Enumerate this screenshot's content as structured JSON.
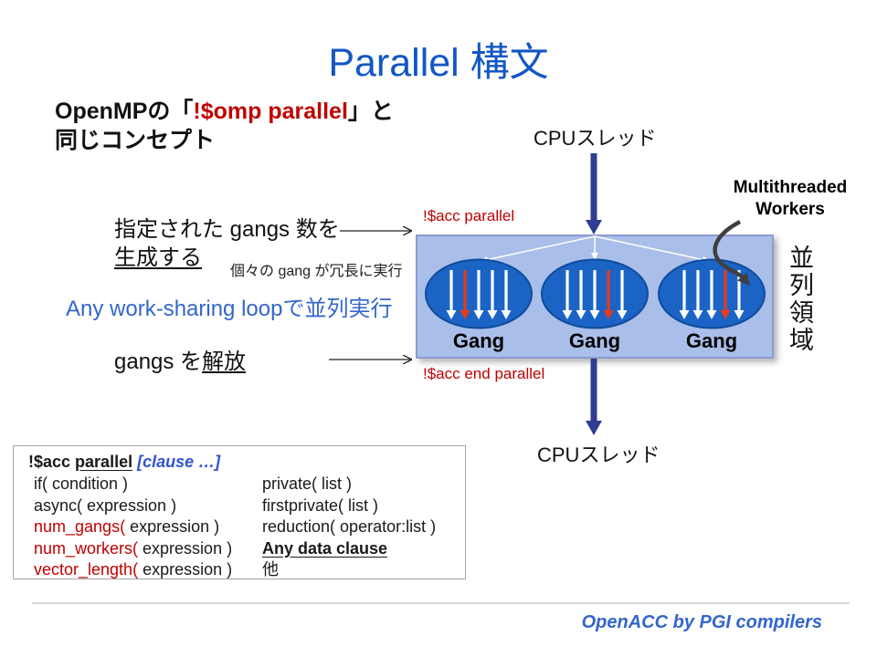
{
  "slide": {
    "title": "Parallel 構文",
    "footer": "OpenACC by PGI compilers"
  },
  "concept": {
    "line1_prefix": "OpenMPの「",
    "line1_code": "!$omp parallel",
    "line1_suffix": "」と",
    "line2": "同じコンセプト"
  },
  "left_notes": {
    "create_line1": "指定された gangs 数を",
    "create_line2": "生成する",
    "redundant": "個々の gang が冗長に実行",
    "worksharing": "Any work-sharing loopで並列実行",
    "release_prefix": "gangs を",
    "release_word": "解放"
  },
  "diagram": {
    "cpu_thread_top": "CPUスレッド",
    "cpu_thread_bottom": "CPUスレッド",
    "workers_line1": "Multithreaded",
    "workers_line2": "Workers",
    "directive_begin": "!$acc parallel",
    "directive_end": "!$acc end parallel",
    "region_label": "並列領域",
    "gangs": [
      {
        "label": "Gang",
        "threads": 5,
        "red_thread": 2
      },
      {
        "label": "Gang",
        "threads": 5,
        "red_thread": 4
      },
      {
        "label": "Gang",
        "threads": 5,
        "red_thread": 4
      }
    ]
  },
  "code_box": {
    "keyword": "!$acc ",
    "directive": "parallel",
    "clause": " [clause …]",
    "rows": [
      {
        "left_red": "",
        "left_black": "if( condition )",
        "right": "private( list )"
      },
      {
        "left_red": "",
        "left_black": "async( expression )",
        "right": "firstprivate( list )"
      },
      {
        "left_red": "num_gangs(",
        "left_black": " expression )",
        "right": "reduction( operator:list )"
      },
      {
        "left_red": "num_workers(",
        "left_black": " expression )",
        "right": "Any data clause"
      },
      {
        "left_red": "vector_length(",
        "left_black": " expression )",
        "right": "他"
      }
    ]
  },
  "colors": {
    "title_blue": "#1257C5",
    "code_red": "#C00000",
    "accent_blue": "#3366CC",
    "region_fill": "#A9BEE9",
    "region_border": "#8C9BD2",
    "gang_ellipse": "#1B64C6",
    "cpu_arrow_navy": "#303C92",
    "thread_white": "#FFFFFF",
    "thread_red": "#E8391A",
    "workers_arrow_gray": "#3F3F3F"
  }
}
